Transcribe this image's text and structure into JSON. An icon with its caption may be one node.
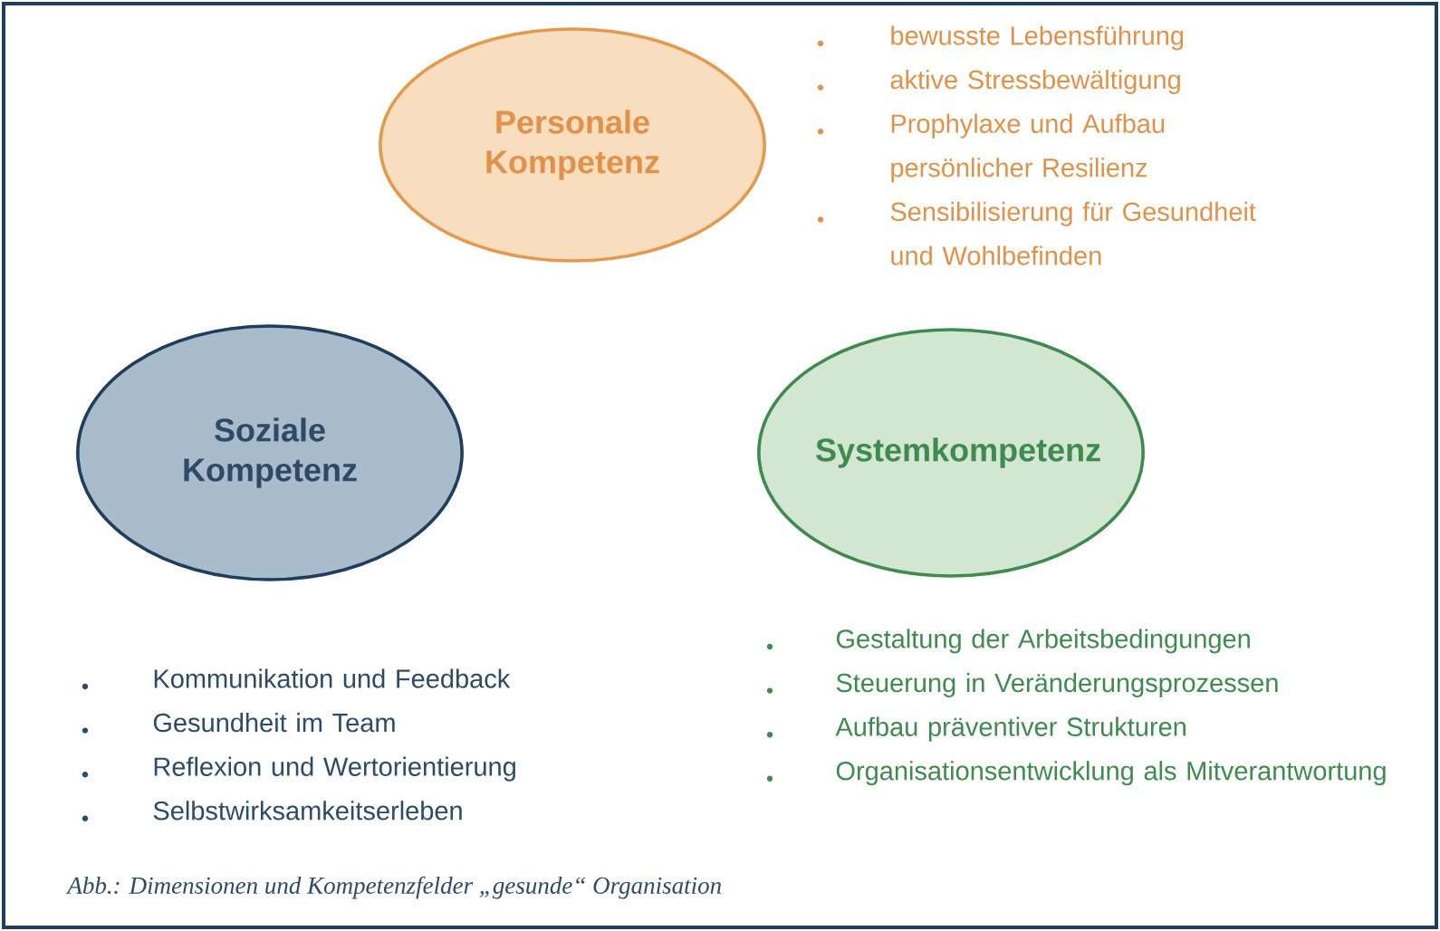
{
  "diagram": {
    "caption": "Abb.: Dimensionen und Kompetenzfelder „gesunde“ Organisation",
    "nodes": [
      {
        "text": [
          "Personale Kompetenz"
        ],
        "beside": [
          "bewusste Lebensführung",
          "aktive Stressbewältigung",
          "Prophylaxe und Aufbau persönlicher Resilienz",
          "Sensibilisierung für Gesundheit und Wohlbefinden"
        ]
      },
      {
        "text": [
          "Soziale Kompetenz"
        ],
        "beside": [
          "Kommunikation und Feedback",
          "Gesundheit im Team",
          "Reflexion und Wertorientierung",
          "Selbstwirksamkeitserleben"
        ]
      },
      {
        "text": [
          "Systemkompetenz"
        ],
        "beside": [
          "Gestaltung der Arbeitsbedingungen",
          "Steuerung in Veränderungsprozessen",
          "Aufbau präventiver Strukturen",
          "Organisationsentwicklung als Mitverantwortung"
        ]
      }
    ]
  }
}
